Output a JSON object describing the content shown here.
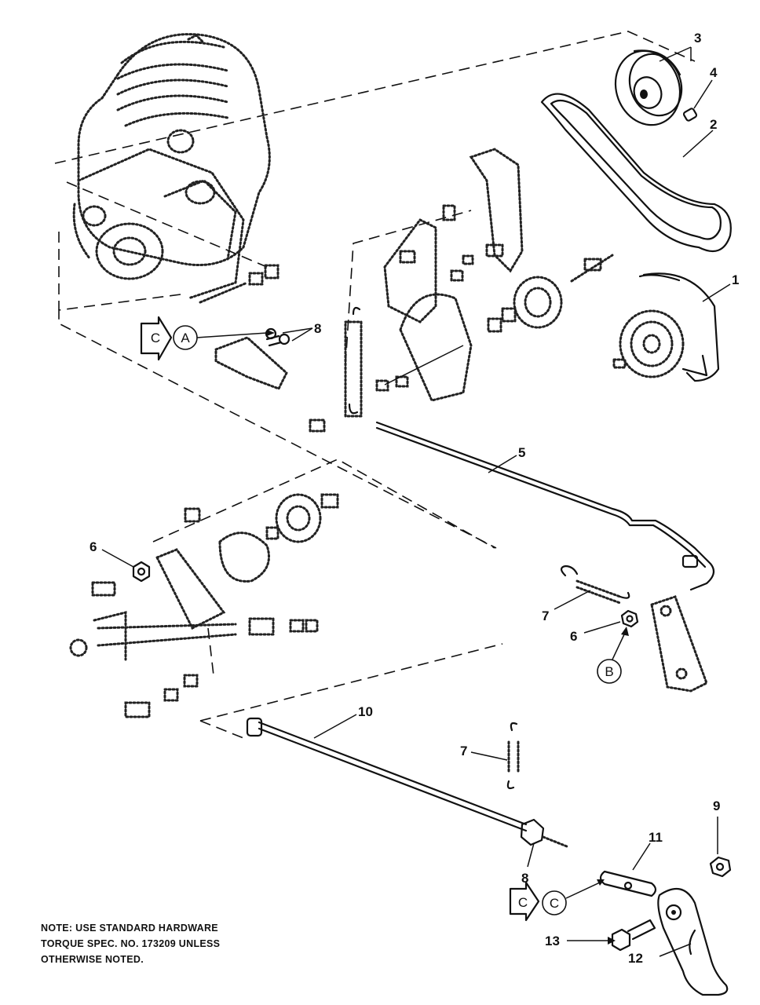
{
  "callouts": {
    "c1": "1",
    "c2": "2",
    "c3": "3",
    "c4": "4",
    "c5": "5",
    "c6a": "6",
    "c6b": "6",
    "c7a": "7",
    "c7b": "7",
    "c8a": "8",
    "c8b": "8",
    "c9": "9",
    "c10": "10",
    "c11": "11",
    "c12": "12",
    "c13": "13"
  },
  "views": {
    "a": "A",
    "b": "B",
    "c_circle": "C",
    "c_arrow_top": "C",
    "c_arrow_bottom": "C"
  },
  "note": {
    "line1": "NOTE: USE STANDARD HARDWARE",
    "line2": "TORQUE SPEC. NO. 173209 UNLESS",
    "line3": "OTHERWISE NOTED."
  }
}
